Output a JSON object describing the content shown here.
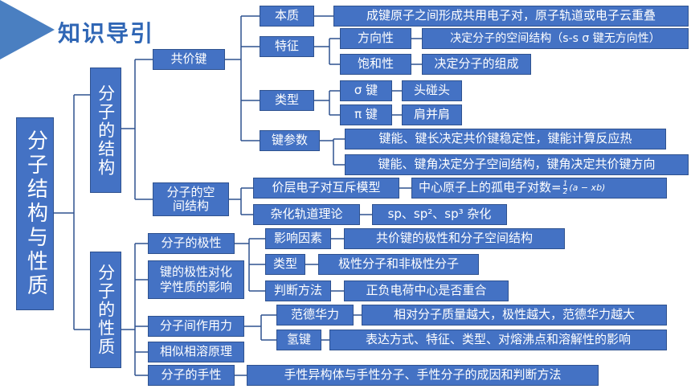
{
  "title": "知识导引",
  "root": "分子结构与性质",
  "structure": {
    "label": "分子的结构",
    "covalent": {
      "label": "共价键",
      "essence": {
        "label": "本质",
        "desc": "成键原子之间形成共用电子对，原子轨道或电子云重叠"
      },
      "feature": {
        "label": "特征",
        "directionality": {
          "label": "方向性",
          "desc": "决定分子的空间结构（s-s σ 键无方向性）"
        },
        "saturation": {
          "label": "饱和性",
          "desc": "决定分子的组成"
        }
      },
      "type": {
        "label": "类型",
        "sigma": {
          "label": "σ 键",
          "desc": "头碰头"
        },
        "pi": {
          "label": "π 键",
          "desc": "肩并肩"
        }
      },
      "params": {
        "label": "键参数",
        "d1": "键能、键长决定共价键稳定性，键能计算反应热",
        "d2": "键能、键角决定分子空间结构，键角决定共价键方向"
      }
    },
    "spatial": {
      "label": "分子的空间结构",
      "vsepr": {
        "label": "价层电子对互斥模型",
        "desc": "中心原子上的孤电子对数=",
        "formula_num": "1",
        "formula_den": "2",
        "formula_expr": "(a − xb)"
      },
      "hybrid": {
        "label": "杂化轨道理论",
        "desc": "sp、sp²、sp³ 杂化"
      }
    }
  },
  "properties": {
    "label": "分子的性质",
    "polarity": {
      "label": "分子的极性",
      "factors": {
        "label": "影响因素",
        "desc": "共价键的极性和分子空间结构"
      },
      "types": {
        "label": "类型",
        "desc": "极性分子和非极性分子"
      },
      "judge": {
        "label": "判断方法",
        "desc": "正负电荷中心是否重合"
      }
    },
    "bond_polarity_effect": "键的极性对化学性质的影响",
    "intermolecular": {
      "label": "分子间作用力",
      "vdw": {
        "label": "范德华力",
        "desc": "相对分子质量越大，极性越大，范德华力越大"
      },
      "hbond": {
        "label": "氢键",
        "desc": "表达方式、特征、类型、对熔沸点和溶解性的影响"
      }
    },
    "like_dissolves": "相似相溶原理",
    "chirality": {
      "label": "分子的手性",
      "desc": "手性异构体与手性分子、手性分子的成因和判断方法"
    }
  },
  "colors": {
    "box": "#4472c4",
    "border": "#2f528f",
    "line": "#2f528f",
    "title": "#2f66b5",
    "arrow": "#4a7fc1"
  }
}
